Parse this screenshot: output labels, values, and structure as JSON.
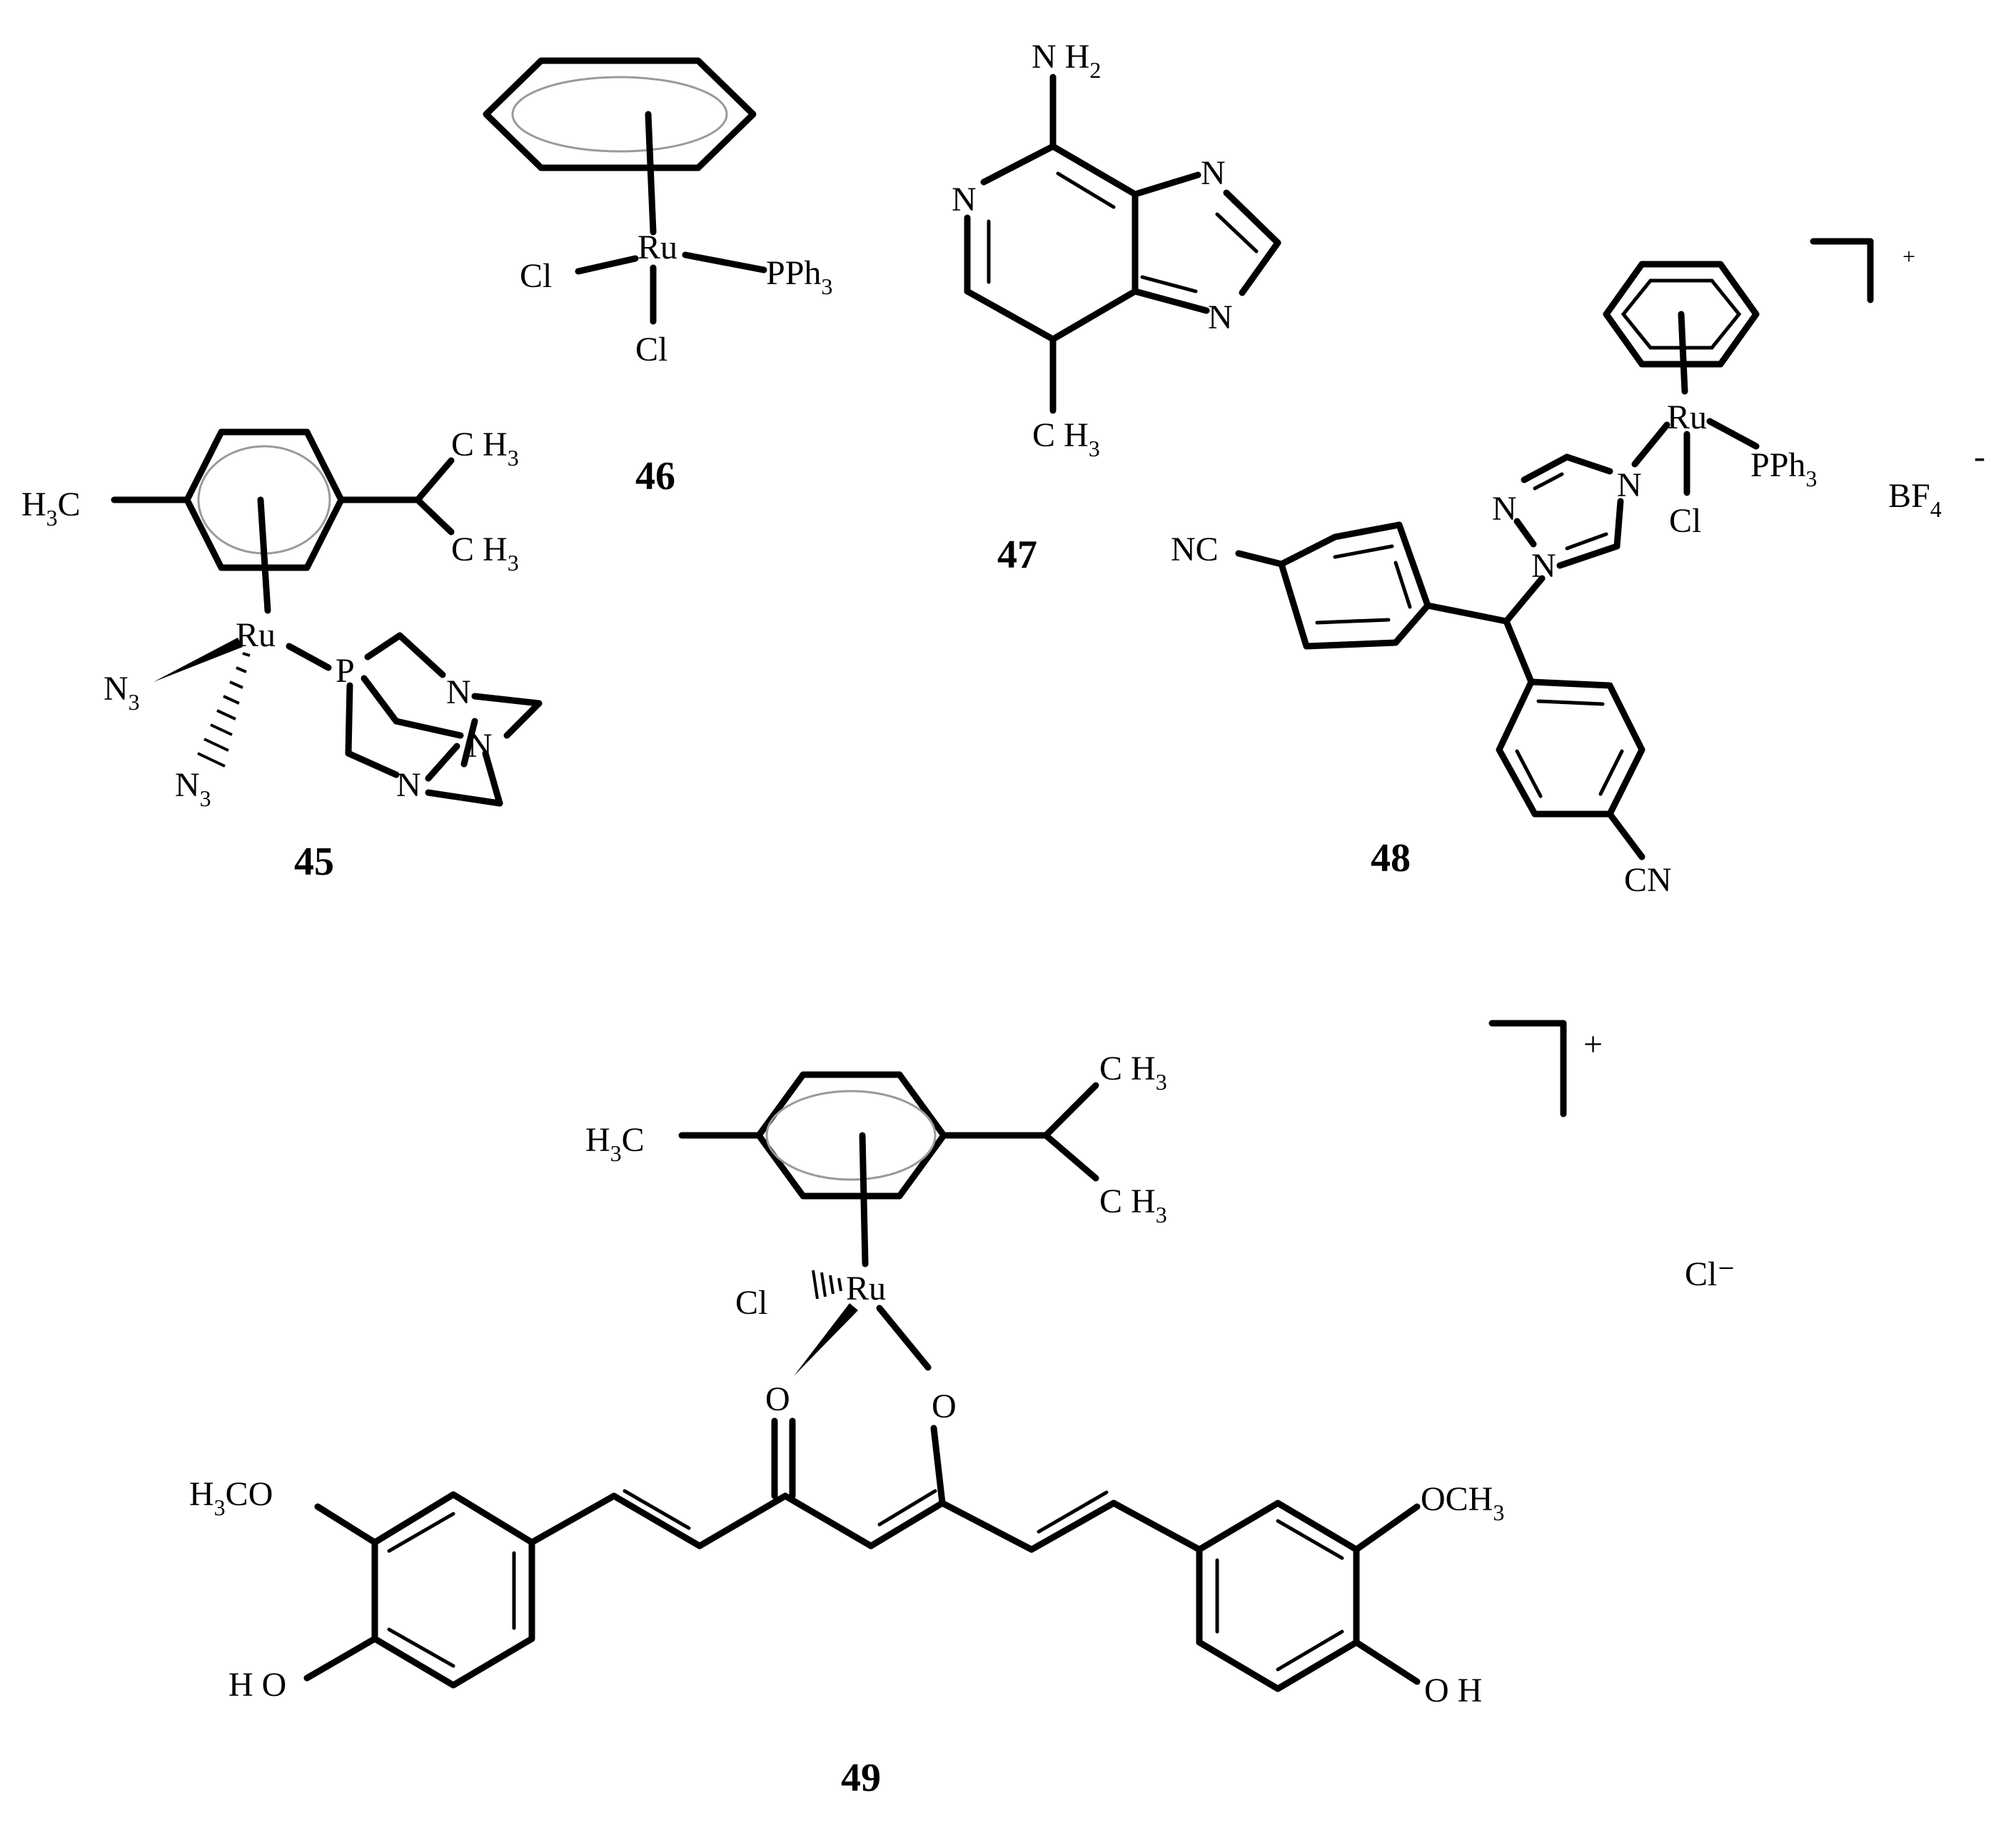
{
  "compounds": [
    {
      "number": "45"
    },
    {
      "number": "46"
    },
    {
      "number": "47"
    },
    {
      "number": "48"
    },
    {
      "number": "49"
    }
  ],
  "labels": {
    "ru": "Ru",
    "p": "P",
    "n": "N",
    "o": "O",
    "cl": "Cl",
    "cl_minus": "Cl⁻",
    "pph": "PPh",
    "sub3": "3",
    "sub4": "4",
    "sub2": "2",
    "ch3": "C H",
    "h3c": "H C",
    "h3": "H",
    "c": "C",
    "nh": "N H",
    "nc": "NC",
    "cn": "CN",
    "bf": "BF",
    "plus": "+",
    "minus": "-",
    "och3": "OCH",
    "co": "CO",
    "ho": "H O",
    "oh": "O H"
  }
}
